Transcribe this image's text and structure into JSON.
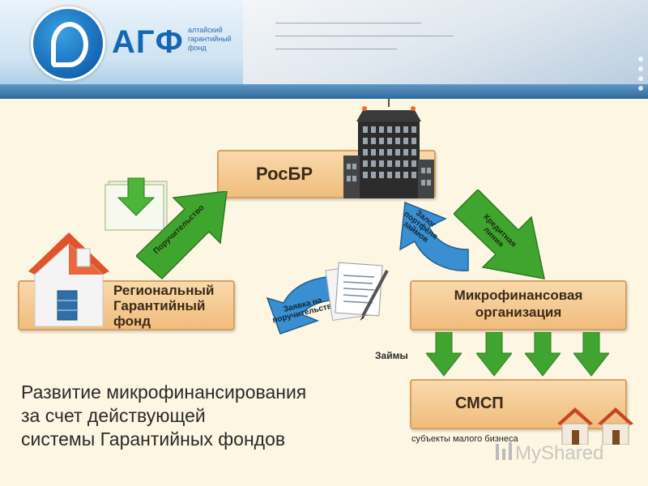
{
  "header": {
    "logo_abbr": "АГФ",
    "logo_sub": [
      "алтайский",
      "гарантийный",
      "фонд"
    ]
  },
  "diagram": {
    "rosbr": "РосБР",
    "regional_fund": [
      "Региональный",
      "Гарантийный",
      "фонд"
    ],
    "mfo": [
      "Микрофинансовая",
      "организация"
    ],
    "smsp": "СМСП",
    "smsp_note": "субъекты малого бизнеса",
    "arrow_guarantee": "Поручительство",
    "arrow_application": "Заявка на поручительство",
    "arrow_pledge": "Залог портфеля займов",
    "arrow_credit_line": "Кредитная линия",
    "loans_label": "Займы"
  },
  "title_lines": [
    "Развитие микрофинансирования",
    "за счет действующей",
    "системы Гарантийных фондов"
  ],
  "watermark": "MyShared",
  "colors": {
    "box_fill": "#f0bd7c",
    "green_arrow": "#3fa52f",
    "blue_arrow": "#3a8fd0",
    "brand_blue": "#1467b4"
  }
}
